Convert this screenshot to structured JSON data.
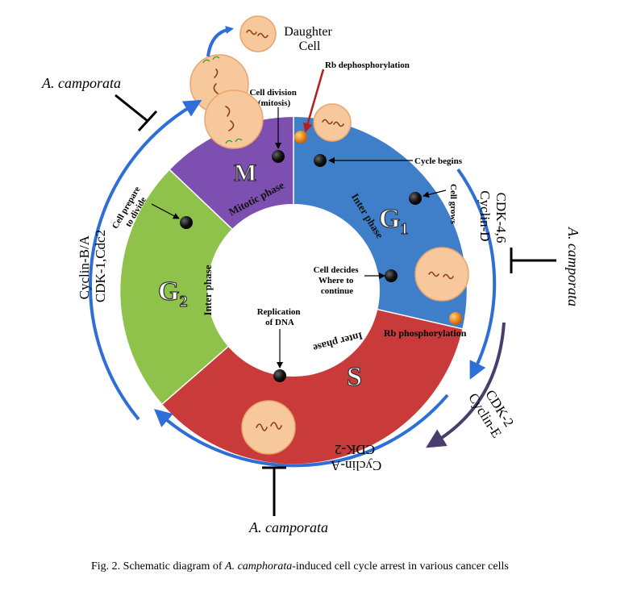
{
  "phases": {
    "g1": {
      "letter": "G",
      "sub": "1",
      "label": "Inter phase",
      "color": "#3f7fc9"
    },
    "s": {
      "letter": "S",
      "label": "Inter phase",
      "color": "#c93a3a"
    },
    "g2": {
      "letter": "G",
      "sub": "2",
      "label": "Inter phase",
      "color": "#8fc24a"
    },
    "m": {
      "letter": "M",
      "label": "Mitotic phase",
      "color": "#7c4fb0"
    }
  },
  "events": {
    "cycle_begins": "Cycle begins",
    "cell_grows": "Cell grows",
    "cell_decides": [
      "Cell decides",
      "Where to",
      "continue"
    ],
    "replication": [
      "Replication",
      "of DNA"
    ],
    "prepare_divide": [
      "Cell prepare",
      "to divide"
    ],
    "cell_division": [
      "Cell division",
      "(mitosis)"
    ],
    "rb_dephos": "Rb dephosphorylation",
    "rb_phos": "Rb phosphorylation",
    "daughter_cell": [
      "Daughter",
      "Cell"
    ]
  },
  "complexes": {
    "cyclin_d": [
      "Cyclin-D",
      "CDK-4,6"
    ],
    "cyclin_e": [
      "Cyclin-E",
      "CDK-2"
    ],
    "cyclin_a": [
      "Cyclin-A",
      "CDK-2"
    ],
    "cyclin_b": [
      "Cyclin-B/A",
      "CDK-1,Cdc2"
    ]
  },
  "inhibitor": "A. camporata",
  "caption": {
    "prefix": "Fig. 2. Schematic diagram of ",
    "italic": "A. camphorata",
    "suffix": "-induced cell cycle arrest in various cancer cells"
  },
  "colors": {
    "arrow_blue": "#2d6fd6",
    "arrow_purple": "#4a3d6e",
    "cell_fill": "#f7c89c",
    "cell_stroke": "#e9a56c",
    "dot_orange": "#e8861c"
  }
}
